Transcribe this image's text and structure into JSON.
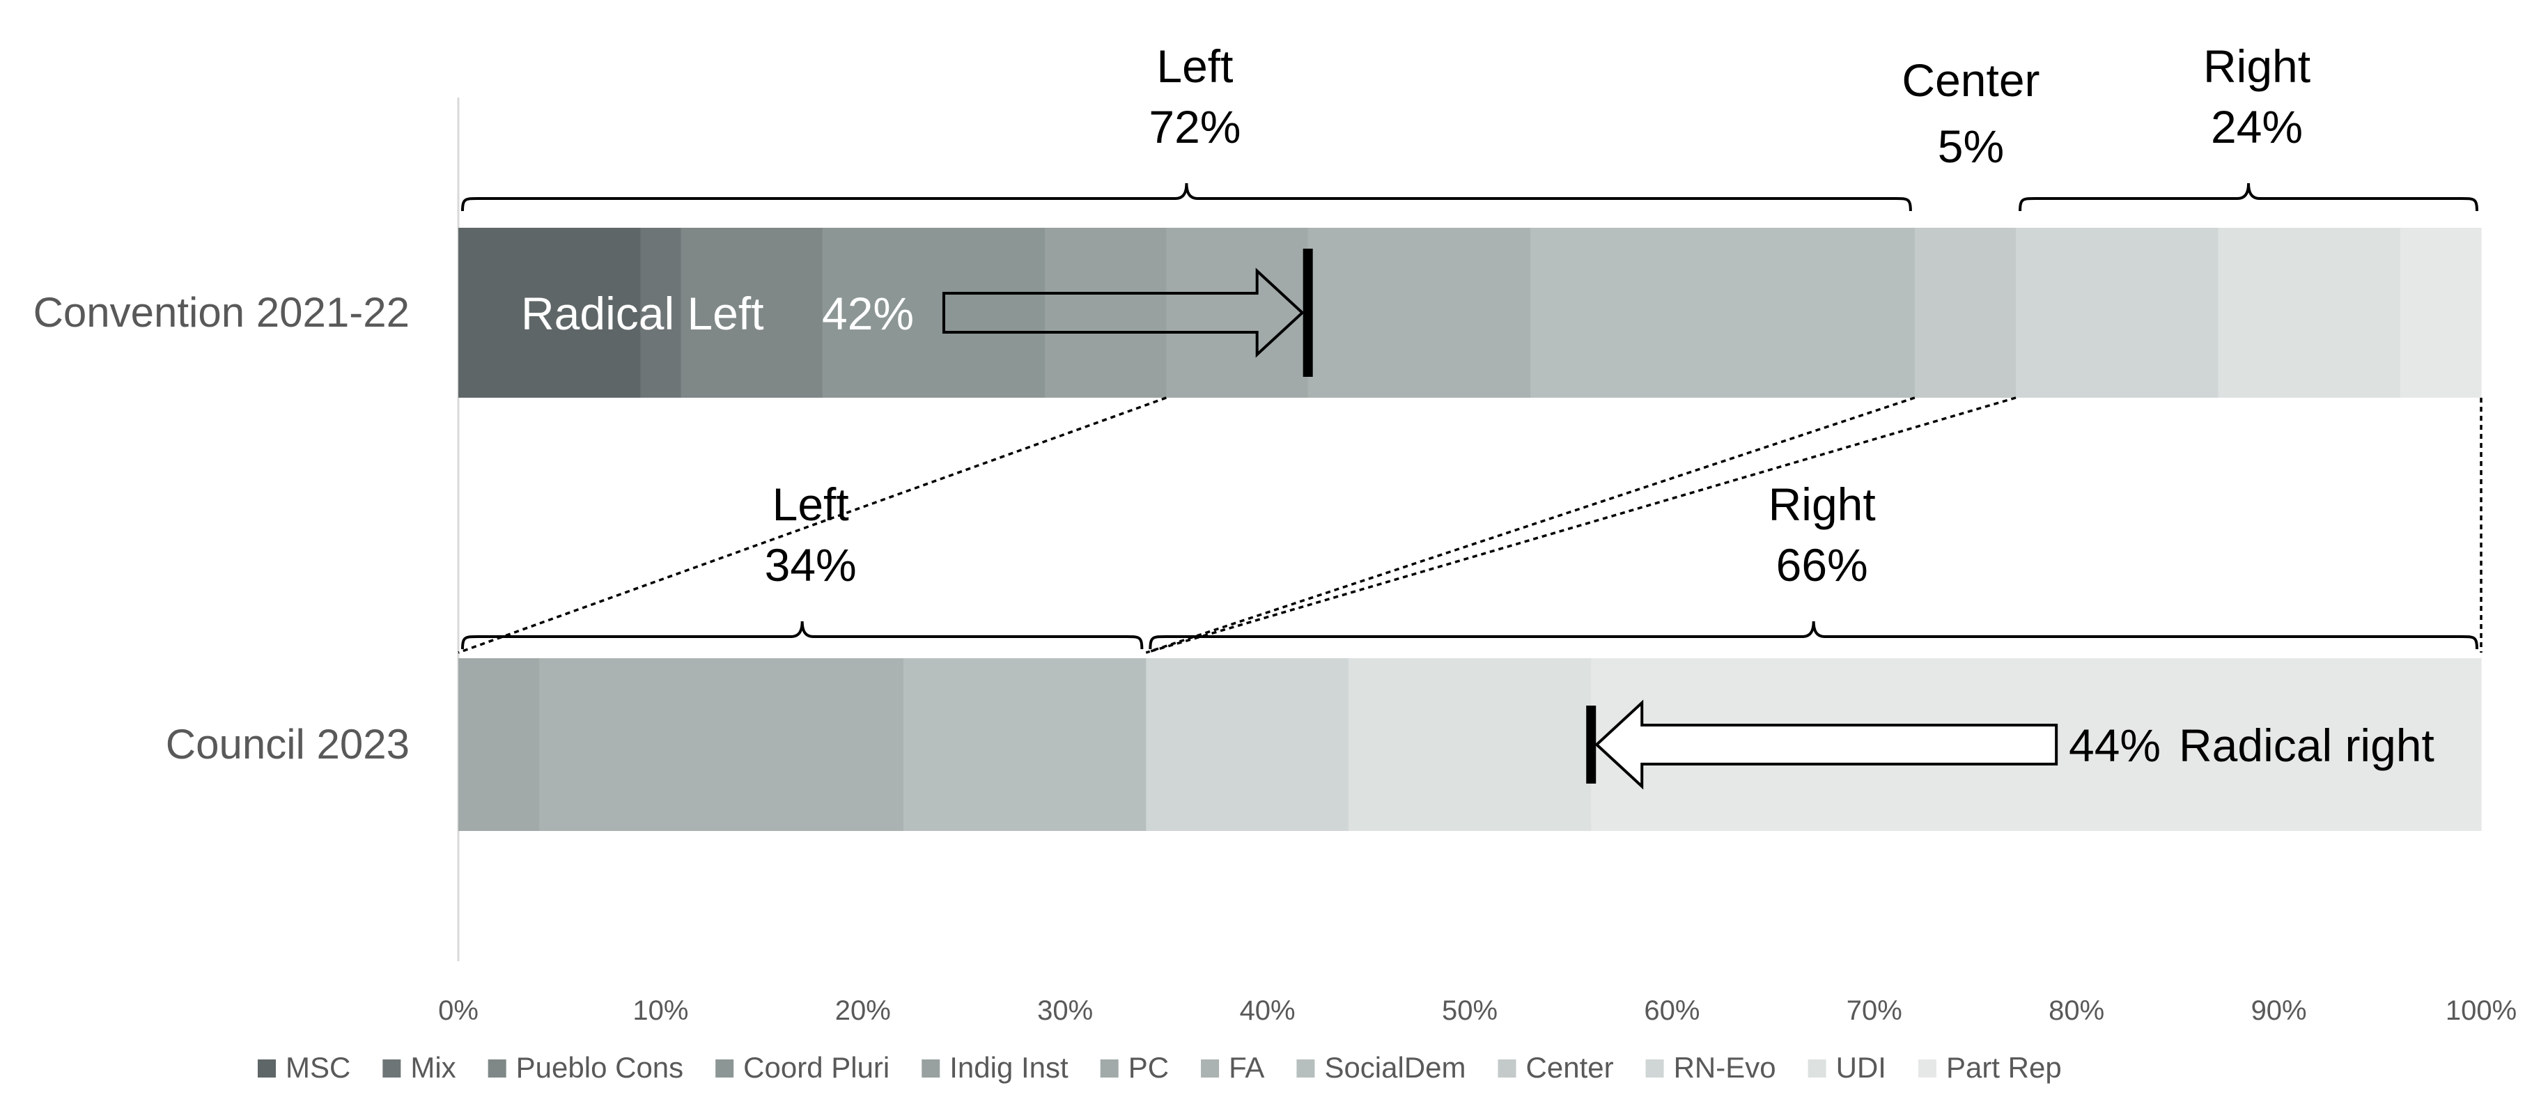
{
  "chart_data": {
    "type": "bar",
    "orientation": "horizontal",
    "stacked": true,
    "title": "",
    "xlabel": "",
    "ylabel": "",
    "xlim": [
      0,
      100
    ],
    "x_ticks": [
      "0%",
      "10%",
      "20%",
      "30%",
      "40%",
      "50%",
      "60%",
      "70%",
      "80%",
      "90%",
      "100%"
    ],
    "grid": false,
    "legend_position": "bottom",
    "parties": [
      {
        "name": "MSC",
        "color": "#5f6667"
      },
      {
        "name": "Mix",
        "color": "#6e7576"
      },
      {
        "name": "Pueblo Cons",
        "color": "#7f8787"
      },
      {
        "name": "Coord Pluri",
        "color": "#8c9695"
      },
      {
        "name": "Indig Inst",
        "color": "#98a19f"
      },
      {
        "name": "PC",
        "color": "#a1aaa8"
      },
      {
        "name": "FA",
        "color": "#aab3b1"
      },
      {
        "name": "SocialDem",
        "color": "#b7bfbe"
      },
      {
        "name": "Center",
        "color": "#c3cac9"
      },
      {
        "name": "RN-Evo",
        "color": "#d0d6d5"
      },
      {
        "name": "UDI",
        "color": "#dde1e0"
      },
      {
        "name": "Part Rep",
        "color": "#e6e8e7"
      }
    ],
    "categories": [
      "Convention 2021-22",
      "Council 2023"
    ],
    "series": [
      {
        "name": "MSC",
        "values": [
          9,
          0
        ]
      },
      {
        "name": "Mix",
        "values": [
          2,
          0
        ]
      },
      {
        "name": "Pueblo Cons",
        "values": [
          7,
          0
        ]
      },
      {
        "name": "Coord Pluri",
        "values": [
          11,
          0
        ]
      },
      {
        "name": "Indig Inst",
        "values": [
          6,
          0
        ]
      },
      {
        "name": "PC",
        "values": [
          7,
          4
        ]
      },
      {
        "name": "FA",
        "values": [
          11,
          18
        ]
      },
      {
        "name": "SocialDem",
        "values": [
          19,
          12
        ]
      },
      {
        "name": "Center",
        "values": [
          5,
          0
        ]
      },
      {
        "name": "RN-Evo",
        "values": [
          10,
          10
        ]
      },
      {
        "name": "UDI",
        "values": [
          9,
          12
        ]
      },
      {
        "name": "Part Rep",
        "values": [
          4,
          44
        ]
      }
    ],
    "annotations": {
      "convention": {
        "brackets": [
          {
            "from": 0,
            "to": 72,
            "line1": "Left",
            "line2": "72%"
          },
          {
            "from": 72,
            "to": 77,
            "line1": "Center",
            "line2": "5%",
            "no_bracket": true
          },
          {
            "from": 77,
            "to": 100,
            "line1": "Right",
            "line2": "24%"
          }
        ],
        "radical": {
          "label": "Radical Left",
          "value": "42%",
          "marker": 42,
          "arrow_from": 24
        }
      },
      "council": {
        "brackets": [
          {
            "from": 0,
            "to": 34,
            "line1": "Left",
            "line2": "34%"
          },
          {
            "from": 34,
            "to": 100,
            "line1": "Right",
            "line2": "66%"
          }
        ],
        "radical": {
          "label": "Radical right",
          "value": "44%",
          "marker": 56,
          "arrow_from": 79
        }
      },
      "connectors": [
        {
          "from": 35,
          "to": 0
        },
        {
          "from": 72,
          "to": 34
        },
        {
          "from": 77,
          "to": 34
        },
        {
          "from": 100,
          "to": 100
        }
      ]
    }
  }
}
